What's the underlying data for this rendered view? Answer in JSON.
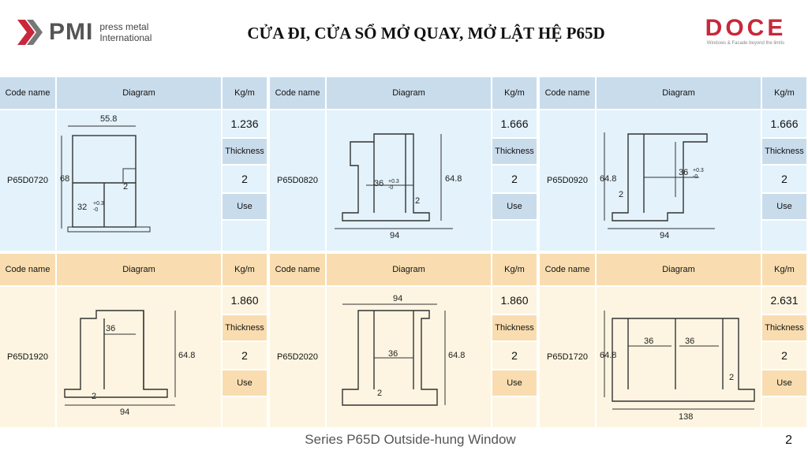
{
  "header": {
    "brand_left": "PMI",
    "brand_left_line1": "press metal",
    "brand_left_line2": "International",
    "title": "CỬA ĐI, CỬA SỔ MỞ QUAY, MỞ LẬT HỆ P65D",
    "brand_right": "DOCE",
    "brand_right_tagline": "Windows & Facade beyond the limits"
  },
  "labels": {
    "code_name": "Code name",
    "diagram": "Diagram",
    "kgm": "Kg/m",
    "thickness": "Thickness",
    "use": "Use"
  },
  "profiles": [
    {
      "code": "P65D0720",
      "kgm": "1.236",
      "thickness": "2",
      "dims": [
        "55.8",
        "68",
        "32",
        "+0.3",
        "-0",
        "2"
      ]
    },
    {
      "code": "P65D0820",
      "kgm": "1.666",
      "thickness": "2",
      "dims": [
        "36",
        "+0.3",
        "-0",
        "2",
        "64.8",
        "94"
      ]
    },
    {
      "code": "P65D0920",
      "kgm": "1.666",
      "thickness": "2",
      "dims": [
        "64.8",
        "2",
        "36",
        "+0.3",
        "-0",
        "94"
      ]
    },
    {
      "code": "P65D1920",
      "kgm": "1.860",
      "thickness": "2",
      "dims": [
        "36",
        "64.8",
        "2",
        "94"
      ]
    },
    {
      "code": "P65D2020",
      "kgm": "1.860",
      "thickness": "2",
      "dims": [
        "94",
        "36",
        "64.8",
        "2"
      ]
    },
    {
      "code": "P65D1720",
      "kgm": "2.631",
      "thickness": "2",
      "dims": [
        "64.8",
        "36",
        "36",
        "2",
        "138"
      ]
    }
  ],
  "footer": {
    "caption": "Series P65D Outside-hung Window",
    "page": "2"
  },
  "colors": {
    "header_blue": "#c9dcec",
    "body_blue": "#e3f2fb",
    "header_yellow": "#f9ddb0",
    "body_yellow": "#fdf5e1",
    "brand_red": "#c8283a"
  }
}
